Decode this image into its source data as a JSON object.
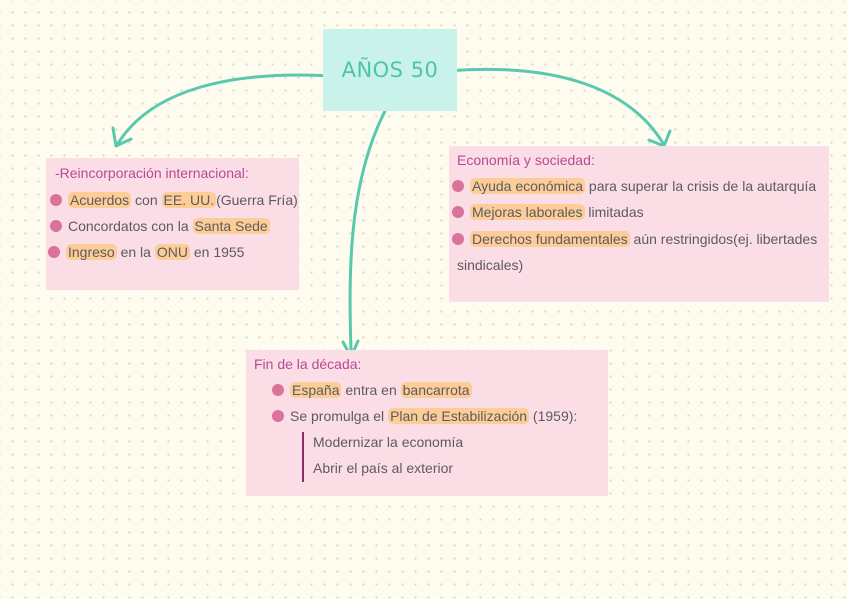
{
  "title": "AÑOS 50",
  "colors": {
    "background": "#fdfcef",
    "title_box": "#c9f3ea",
    "title_text": "#4fc3ab",
    "card": "#fbdde6",
    "card_title": "#b84a95",
    "bullet": "#d9739c",
    "highlight": "#fccd97",
    "arrow": "#58c9ad"
  },
  "internacional": {
    "title": "-Reincorporación internacional:",
    "items": [
      {
        "p1": "Acuerdos",
        "p2": " con ",
        "p3": "EE. UU.",
        "p4": "(Guerra Fría)"
      },
      {
        "p1": "Concordatos con la ",
        "p2": "Santa Sede"
      },
      {
        "p1": "Ingreso",
        "p2": " en la ",
        "p3": "ONU",
        "p4": " en 1955"
      }
    ]
  },
  "economia": {
    "title": "Economía y sociedad:",
    "items": [
      {
        "p1": "Ayuda económica",
        "p2": " para superar la crisis de la autarquía"
      },
      {
        "p1": "Mejoras laborales",
        "p2": " limitadas"
      },
      {
        "p1": "Derechos fundamentales",
        "p2": " aún restringidos(ej. libertades",
        "p3": "sindicales)"
      }
    ]
  },
  "fin": {
    "title": "Fin de la década:",
    "items": [
      {
        "p1": "España",
        "p2": " entra en ",
        "p3": "bancarrota"
      },
      {
        "p1": "Se promulga el ",
        "p2": "Plan de Estabilización",
        "p3": " (1959):"
      }
    ],
    "subitems": [
      "Modernizar la economía",
      "Abrir el país al exterior"
    ]
  }
}
